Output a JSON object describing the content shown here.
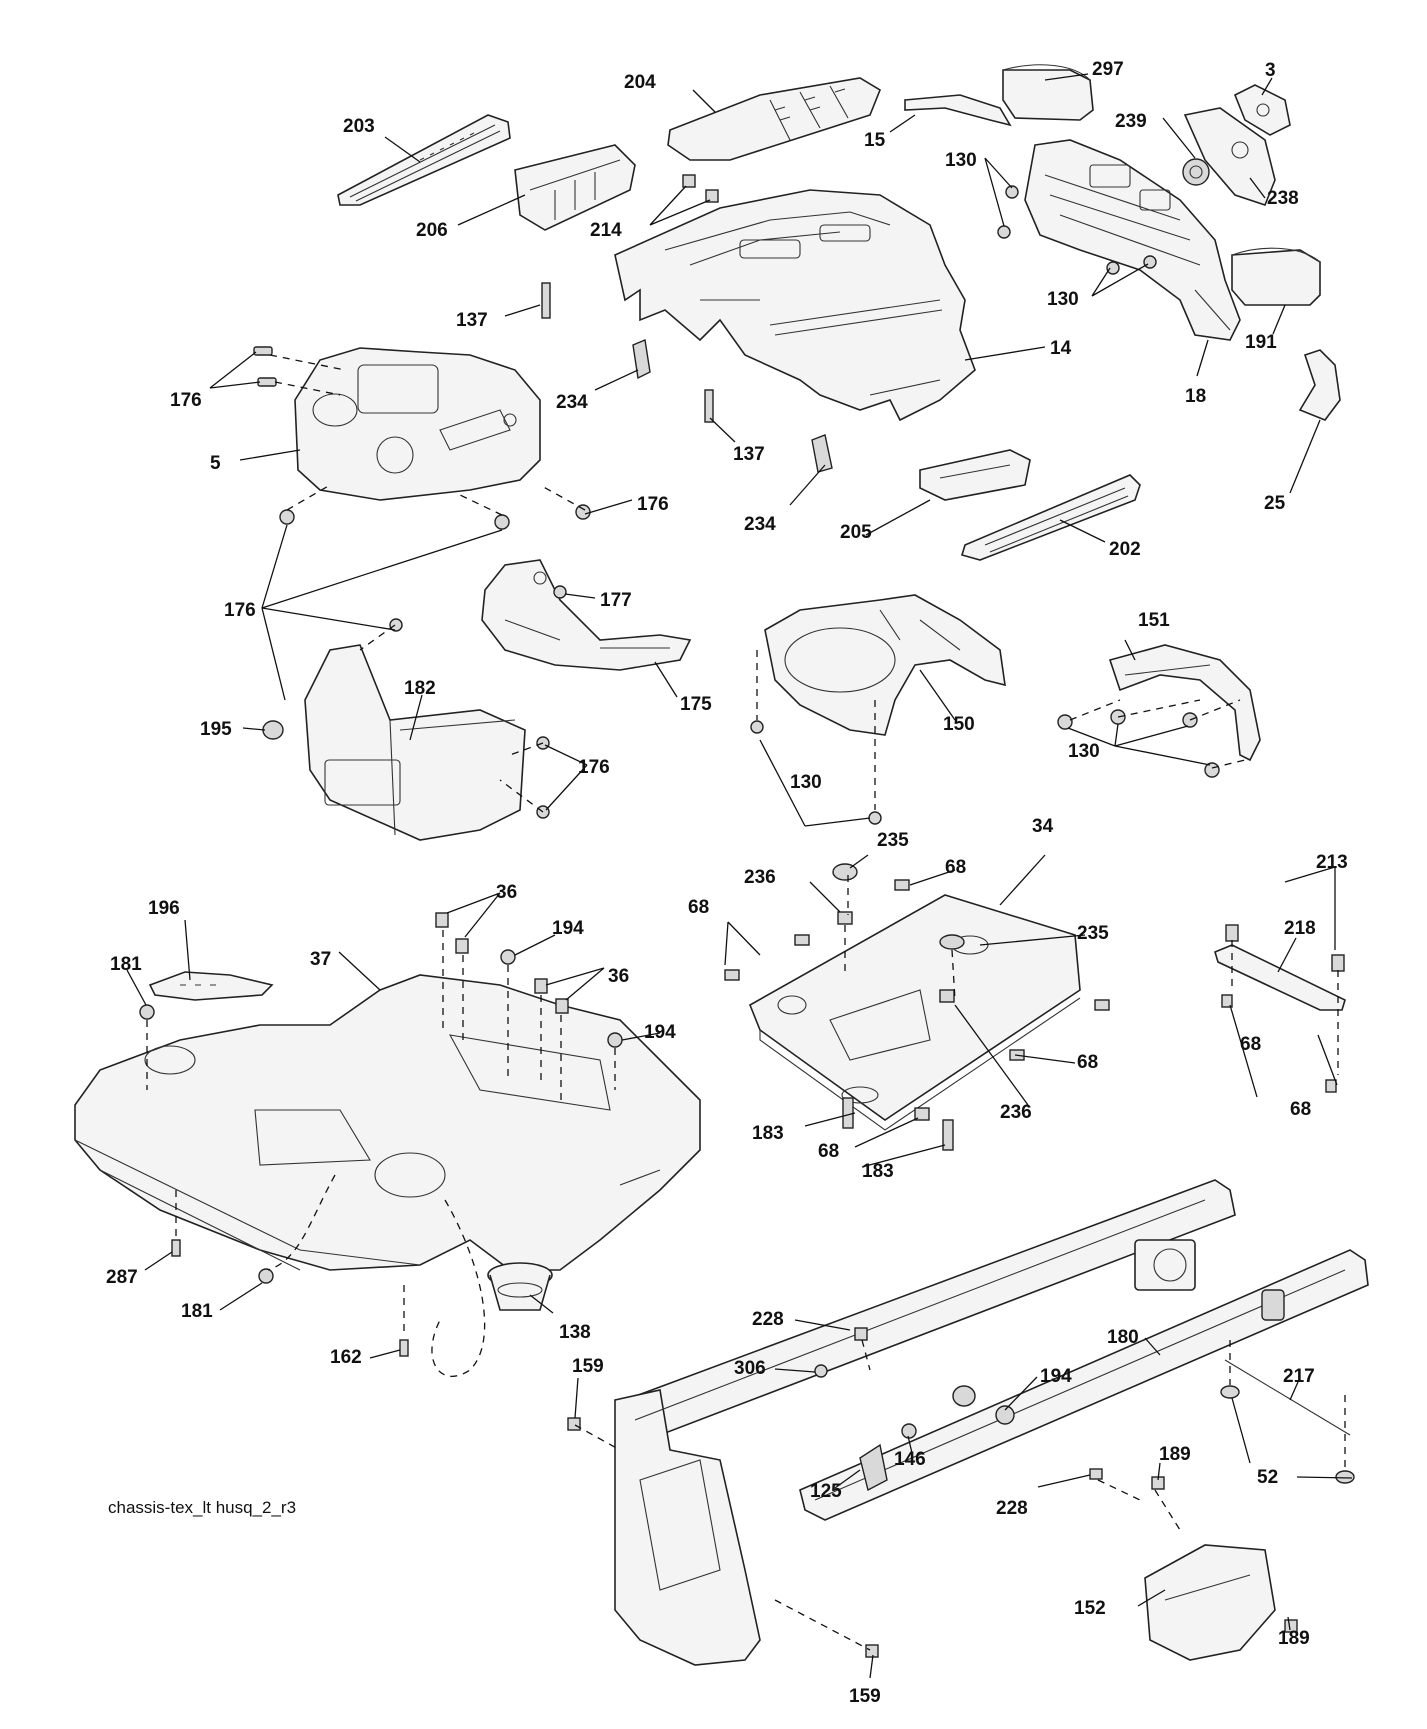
{
  "diagram": {
    "caption": "chassis-tex_lt husq_2_r3",
    "callouts": [
      "297",
      "3",
      "204",
      "15",
      "239",
      "203",
      "130",
      "238",
      "206",
      "214",
      "137",
      "130",
      "191",
      "176",
      "14",
      "18",
      "234",
      "5",
      "137",
      "25",
      "176",
      "234",
      "205",
      "202",
      "176",
      "177",
      "151",
      "175",
      "182",
      "195",
      "150",
      "130",
      "176",
      "130",
      "235",
      "68",
      "34",
      "213",
      "36",
      "236",
      "196",
      "68",
      "194",
      "235",
      "218",
      "181",
      "37",
      "36",
      "194",
      "68",
      "68",
      "183",
      "68",
      "236",
      "68",
      "183",
      "287",
      "181",
      "138",
      "162",
      "228",
      "180",
      "159",
      "306",
      "194",
      "217",
      "146",
      "189",
      "52",
      "125",
      "228",
      "152",
      "189",
      "159"
    ]
  }
}
